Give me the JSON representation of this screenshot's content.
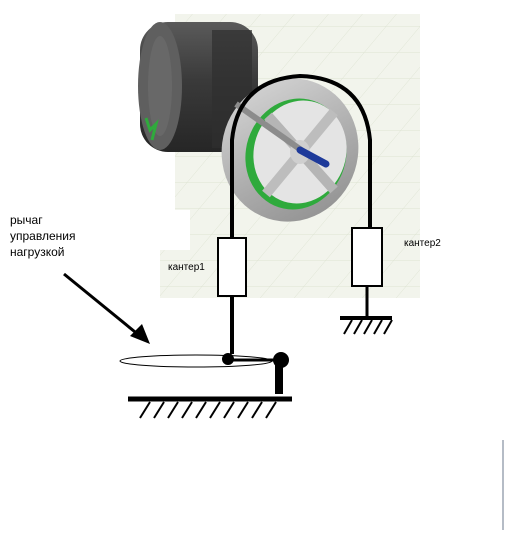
{
  "labels": {
    "lever_line1": "рычаг",
    "lever_line2": "управления",
    "lever_line3": "нагрузкой",
    "canter1": "кантер1",
    "canter2": "кантер2"
  },
  "colors": {
    "background": "#ffffff",
    "grid_panel": "#f2f4ec",
    "grid_line": "#dde3d2",
    "motor_dark": "#3c3c3c",
    "motor_light": "#6e6e6e",
    "pulley_rim": "#c4c4c4",
    "pulley_inner": "#e2e2e2",
    "pulley_shadow": "#2faa3c",
    "shaft": "#1e3a9a",
    "ink": "#000000"
  },
  "icons": {
    "motor": "motor-icon",
    "pulley": "pulley-icon",
    "ground_hatch": "ground-hatch-icon",
    "pivot": "pivot-icon",
    "arrow": "pointer-arrow-icon"
  }
}
